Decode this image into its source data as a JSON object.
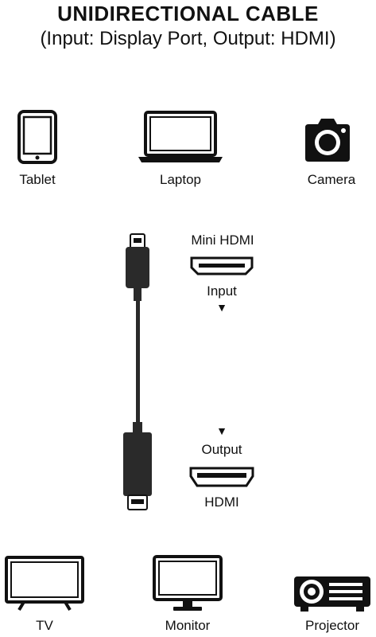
{
  "title": "UNIDIRECTIONAL CABLE",
  "subtitle": "(Input: Display Port, Output: HDMI)",
  "sources": [
    {
      "label": "Tablet",
      "icon": "tablet-icon"
    },
    {
      "label": "Laptop",
      "icon": "laptop-icon"
    },
    {
      "label": "Camera",
      "icon": "camera-icon"
    }
  ],
  "cable": {
    "top_port": "Mini HDMI",
    "input_label": "Input",
    "output_label": "Output",
    "bottom_port": "HDMI",
    "arrow": "▼"
  },
  "displays": [
    {
      "label": "TV",
      "icon": "tv-icon"
    },
    {
      "label": "Monitor",
      "icon": "monitor-icon"
    },
    {
      "label": "Projector",
      "icon": "projector-icon"
    }
  ],
  "colors": {
    "icon": "#111111",
    "cable": "#2a2a2a",
    "background": "#ffffff"
  }
}
